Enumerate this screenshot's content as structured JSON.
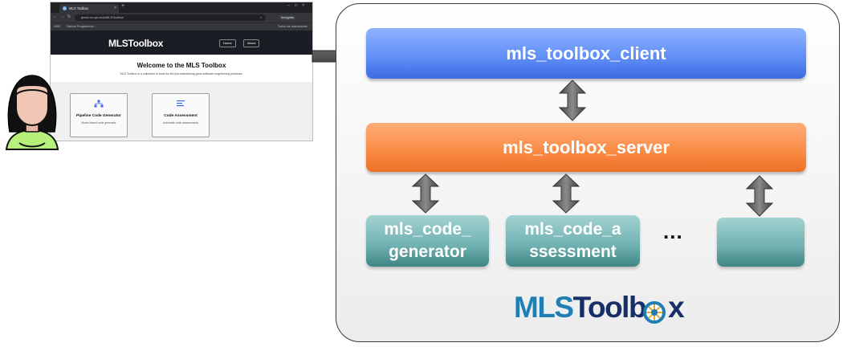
{
  "browser": {
    "tab_title": "MLS Toolbox",
    "url": "gessi.cs.upc.edu/MLSToolbox",
    "incognito_label": "Incognito",
    "bookmarks": [
      "x000",
      "Python Programmin..."
    ],
    "bookmarks_right": "Todos los marcadores",
    "app": {
      "logo": "MLSToolbox",
      "nav_buttons": [
        "Home",
        "About"
      ],
      "welcome_title": "Welcome to the MLS Toolbox",
      "welcome_subtitle": "MLS Toolbox is a collection of tools for MLOps maintaining good software engineering practices.",
      "cards": [
        {
          "title": "Pipeline Code Generator",
          "description": "Model-based code generator",
          "icon": "pipeline-icon"
        },
        {
          "title": "Code Assessment",
          "description": "Automatic code assessments",
          "icon": "lines-icon"
        }
      ]
    }
  },
  "diagram": {
    "client": "mls_toolbox_client",
    "server": "mls_toolbox_server",
    "tools": [
      {
        "line1": "mls_code_",
        "line2": "generator"
      },
      {
        "line1": "mls_code_a",
        "line2": "ssessment"
      }
    ],
    "ellipsis": "...",
    "brand_prefix": "MLS",
    "brand_suffix": "Toolb",
    "brand_end": "x"
  },
  "colors": {
    "client_box": "#5e8df6",
    "server_box": "#fa8a43",
    "tool_box": "#6fb0b0",
    "brand_blue": "#1f7fb4",
    "brand_navy": "#162f66"
  }
}
